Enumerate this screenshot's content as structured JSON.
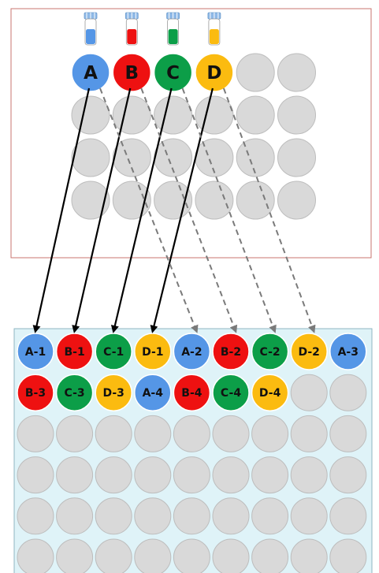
{
  "source_plate": {
    "columns": 6,
    "rows": 4,
    "labeled_wells": [
      {
        "label": "A",
        "color": "#5596e6"
      },
      {
        "label": "B",
        "color": "#ee1111"
      },
      {
        "label": "C",
        "color": "#0c9e48"
      },
      {
        "label": "D",
        "color": "#fbbb10"
      }
    ],
    "border_color": "#c9746f",
    "empty_well_color": "#d9d9d9"
  },
  "tubes": [
    {
      "sample": "A",
      "cap_color": "#8eb8e6",
      "liquid_color": "#5596e6"
    },
    {
      "sample": "B",
      "cap_color": "#8eb8e6",
      "liquid_color": "#ee1111"
    },
    {
      "sample": "C",
      "cap_color": "#8eb8e6",
      "liquid_color": "#0c9e48"
    },
    {
      "sample": "D",
      "cap_color": "#8eb8e6",
      "liquid_color": "#fbbb10"
    }
  ],
  "dest_plate": {
    "columns": 9,
    "rows": 6,
    "background": "#dff3f8",
    "border_color": "#8fb6c2",
    "empty_well_color": "#d9d9d9",
    "filled_wells": [
      {
        "label": "A-1",
        "sample": "A"
      },
      {
        "label": "B-1",
        "sample": "B"
      },
      {
        "label": "C-1",
        "sample": "C"
      },
      {
        "label": "D-1",
        "sample": "D"
      },
      {
        "label": "A-2",
        "sample": "A"
      },
      {
        "label": "B-2",
        "sample": "B"
      },
      {
        "label": "C-2",
        "sample": "C"
      },
      {
        "label": "D-2",
        "sample": "D"
      },
      {
        "label": "A-3",
        "sample": "A"
      },
      {
        "label": "B-3",
        "sample": "B"
      },
      {
        "label": "C-3",
        "sample": "C"
      },
      {
        "label": "D-3",
        "sample": "D"
      },
      {
        "label": "A-4",
        "sample": "A"
      },
      {
        "label": "B-4",
        "sample": "B"
      },
      {
        "label": "C-4",
        "sample": "C"
      },
      {
        "label": "D-4",
        "sample": "D"
      }
    ]
  },
  "transfers": [
    {
      "from": "A",
      "to": "A-1",
      "style": "solid"
    },
    {
      "from": "B",
      "to": "B-1",
      "style": "solid"
    },
    {
      "from": "C",
      "to": "C-1",
      "style": "solid"
    },
    {
      "from": "D",
      "to": "D-1",
      "style": "solid"
    },
    {
      "from": "A",
      "to": "A-2",
      "style": "dashed"
    },
    {
      "from": "B",
      "to": "B-2",
      "style": "dashed"
    },
    {
      "from": "C",
      "to": "C-2",
      "style": "dashed"
    },
    {
      "from": "D",
      "to": "D-2",
      "style": "dashed"
    }
  ],
  "arrow_colors": {
    "solid": "#000000",
    "dashed": "#7a7a7a"
  }
}
